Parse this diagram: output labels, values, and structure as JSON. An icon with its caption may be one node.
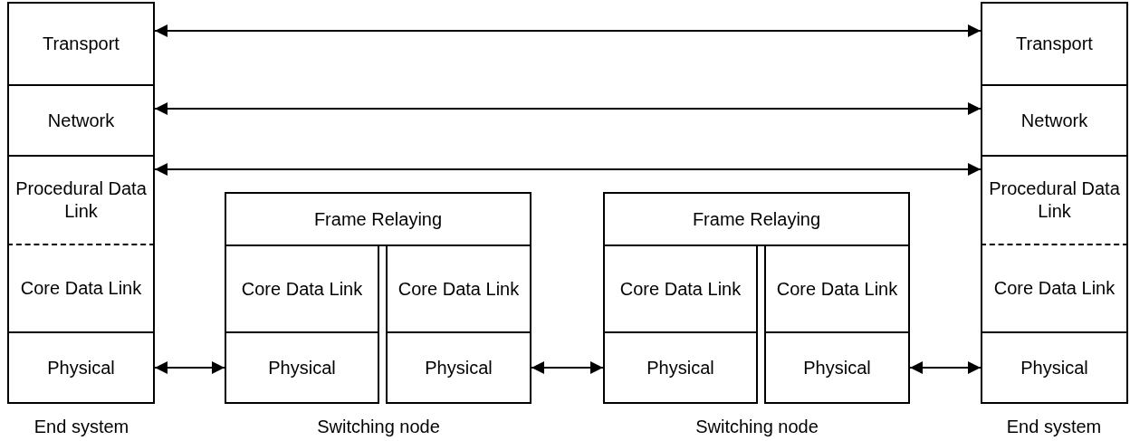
{
  "diagram": {
    "nodes": [
      {
        "text": [
          "Transport"
        ]
      },
      {
        "text": [
          "Network"
        ]
      },
      {
        "text": [
          "Procedural Data Link"
        ]
      },
      {
        "text": [
          "Core Data Link"
        ]
      },
      {
        "text": [
          "Physical"
        ]
      },
      {
        "text": [
          "Frame Relaying"
        ]
      },
      {
        "text": [
          "Core Data Link"
        ]
      },
      {
        "text": [
          "Physical"
        ]
      },
      {
        "text": [
          "Core Data Link"
        ]
      },
      {
        "text": [
          "Physical"
        ]
      },
      {
        "text": [
          "Frame Relaying"
        ]
      },
      {
        "text": [
          "Core Data Link"
        ]
      },
      {
        "text": [
          "Physical"
        ]
      },
      {
        "text": [
          "Core Data Link"
        ]
      },
      {
        "text": [
          "Physical"
        ]
      },
      {
        "text": [
          "Transport"
        ]
      },
      {
        "text": [
          "Network"
        ]
      },
      {
        "text": [
          "Procedural Data Link"
        ]
      },
      {
        "text": [
          "Core Data Link"
        ]
      },
      {
        "text": [
          "Physical"
        ]
      }
    ],
    "edges": [
      {
        "from": 0,
        "to": 15,
        "arrow": "both"
      },
      {
        "from": 1,
        "to": 16,
        "arrow": "both"
      },
      {
        "from": 2,
        "to": 17,
        "arrow": "both"
      },
      {
        "from": 4,
        "to": 7,
        "arrow": "both"
      },
      {
        "from": 9,
        "to": 12,
        "arrow": "both"
      },
      {
        "from": 14,
        "to": 19,
        "arrow": "both"
      }
    ],
    "labels": [
      "End system",
      "Switching node",
      "Switching node",
      "End system"
    ]
  }
}
